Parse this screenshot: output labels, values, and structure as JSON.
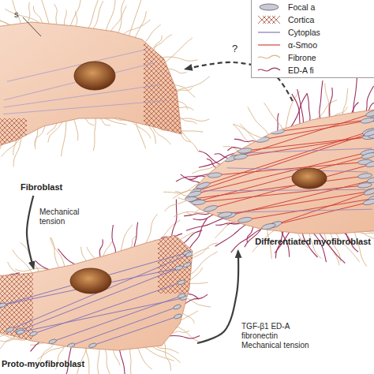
{
  "diagram": {
    "nodes": [
      {
        "text": [
          "Fibroblast"
        ]
      },
      {
        "text": [
          "Proto-myofibroblast"
        ]
      },
      {
        "text": [
          "Differentiated myofibroblast"
        ]
      }
    ],
    "edges": [
      {
        "from": 0,
        "to": 1,
        "arrow": "to",
        "label": "Mechanical tension"
      },
      {
        "from": 1,
        "to": 2,
        "arrow": "to",
        "label": "TGF-β1 ED-A fibronectin Mechanical tension"
      },
      {
        "from": 2,
        "to": 0,
        "arrow": "to",
        "label": "?"
      }
    ],
    "labels": [
      "s"
    ],
    "legend": [
      {
        "text": "Focal a"
      },
      {
        "text": "Cortica"
      },
      {
        "text": "Cytoplas"
      },
      {
        "text": "α-Smoo"
      },
      {
        "text": "Fibrone"
      },
      {
        "text": "ED-A fi"
      }
    ]
  }
}
